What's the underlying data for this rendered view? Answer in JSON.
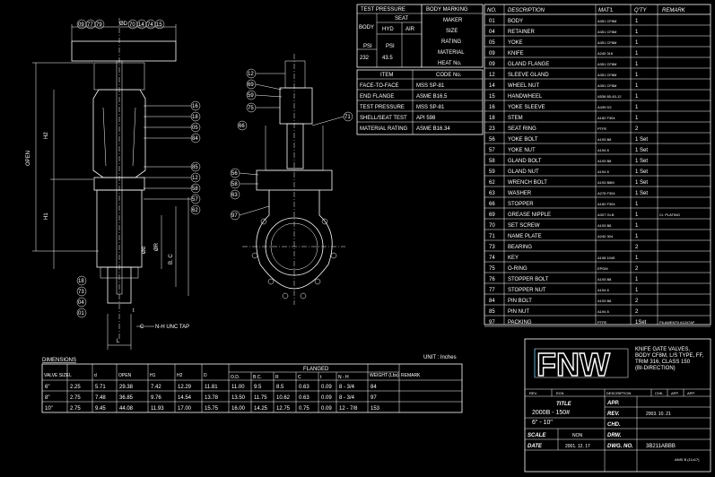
{
  "test_pressure": {
    "title": "TEST PRESSURE",
    "body": "BODY",
    "seat": "SEAT",
    "hyd": "HYD",
    "air": "AIR",
    "psi1": "PSI",
    "val1": "232",
    "psi2": "PSI",
    "val2": "43.5"
  },
  "body_marking": {
    "title": "BODY MARKING",
    "lines": [
      "MAKER",
      "SIZE",
      "RATING",
      "MATERIAL",
      "HEAT No."
    ]
  },
  "codes": {
    "header_item": "ITEM",
    "header_code": "CODE No.",
    "rows": [
      {
        "item": "FACE-TO-FACE",
        "code": "MSS SP-81"
      },
      {
        "item": "END FLANGE",
        "code": "ASME B16.5"
      },
      {
        "item": "TEST PRESSURE",
        "code": "MSS SP-81"
      },
      {
        "item": "SHELL/SEAT TEST",
        "code": "API 598"
      },
      {
        "item": "MATERIAL RATING",
        "code": "ASME B16.34"
      }
    ]
  },
  "parts": {
    "headers": {
      "no": "NO.",
      "desc": "DESCRIPTION",
      "mat": "MAT'L",
      "qty": "Q'TY",
      "remark": "REMARK"
    },
    "rows": [
      {
        "no": "01",
        "desc": "BODY",
        "mat": "A351 CF8M",
        "qty": "1",
        "remark": ""
      },
      {
        "no": "04",
        "desc": "RETAINER",
        "mat": "A351 CF8M",
        "qty": "1",
        "remark": ""
      },
      {
        "no": "05",
        "desc": "YOKE",
        "mat": "A351 CF8M",
        "qty": "1",
        "remark": ""
      },
      {
        "no": "09",
        "desc": "KNIFE",
        "mat": "A240 316",
        "qty": "1",
        "remark": ""
      },
      {
        "no": "09",
        "desc": "GLAND FLANGE",
        "mat": "A351 CF8M",
        "qty": "1",
        "remark": ""
      },
      {
        "no": "12",
        "desc": "SLEEVE GLAND",
        "mat": "A351 CF8M",
        "qty": "1",
        "remark": ""
      },
      {
        "no": "14",
        "desc": "WHEEL NUT",
        "mat": "A351 CF8M",
        "qty": "1",
        "remark": ""
      },
      {
        "no": "15",
        "desc": "HANDWHEEL",
        "mat": "A536 65-45-12",
        "qty": "1",
        "remark": ""
      },
      {
        "no": "16",
        "desc": "YOKE SLEEVE",
        "mat": "A439 D2",
        "qty": "1",
        "remark": ""
      },
      {
        "no": "18",
        "desc": "STEM",
        "mat": "A182 F304",
        "qty": "1",
        "remark": ""
      },
      {
        "no": "23",
        "desc": "SEAT RING",
        "mat": "PTFE",
        "qty": "2",
        "remark": ""
      },
      {
        "no": "56",
        "desc": "YOKE BOLT",
        "mat": "A193 B8",
        "qty": "1 Set",
        "remark": ""
      },
      {
        "no": "57",
        "desc": "YOKE NUT",
        "mat": "A194 8",
        "qty": "1 Set",
        "remark": ""
      },
      {
        "no": "58",
        "desc": "GLAND BOLT",
        "mat": "A193 B8",
        "qty": "1 Set",
        "remark": ""
      },
      {
        "no": "59",
        "desc": "GLAND NUT",
        "mat": "A194 8",
        "qty": "1 Set",
        "remark": ""
      },
      {
        "no": "62",
        "desc": "WRENCH BOLT",
        "mat": "A193 B8M",
        "qty": "1 Set",
        "remark": ""
      },
      {
        "no": "63",
        "desc": "WASHER",
        "mat": "A276 F304",
        "qty": "1 Set",
        "remark": ""
      },
      {
        "no": "66",
        "desc": "STOPPER",
        "mat": "A182 F304",
        "qty": "1",
        "remark": ""
      },
      {
        "no": "69",
        "desc": "GREASE NIPPLE",
        "mat": "A307 Gr.B",
        "qty": "1",
        "remark": "Cr. PLATING"
      },
      {
        "no": "70",
        "desc": "SET SCREW",
        "mat": "A193 B8",
        "qty": "1",
        "remark": ""
      },
      {
        "no": "71",
        "desc": "NAME PLATE",
        "mat": "A240 304",
        "qty": "1",
        "remark": ""
      },
      {
        "no": "73",
        "desc": "BEARING",
        "mat": "",
        "qty": "2",
        "remark": ""
      },
      {
        "no": "74",
        "desc": "KEY",
        "mat": "A108 1045",
        "qty": "1",
        "remark": ""
      },
      {
        "no": "75",
        "desc": "O-RING",
        "mat": "EPDM",
        "qty": "2",
        "remark": ""
      },
      {
        "no": "76",
        "desc": "STOPPER BOLT",
        "mat": "A193 B8",
        "qty": "1",
        "remark": ""
      },
      {
        "no": "77",
        "desc": "STOPPER NUT",
        "mat": "A194 8",
        "qty": "1",
        "remark": ""
      },
      {
        "no": "84",
        "desc": "PIN BOLT",
        "mat": "A193 B8",
        "qty": "2",
        "remark": ""
      },
      {
        "no": "85",
        "desc": "PIN NUT",
        "mat": "A194 8",
        "qty": "2",
        "remark": ""
      },
      {
        "no": "97",
        "desc": "PACKING",
        "mat": "PTFE",
        "qty": "1Set",
        "remark": "FILAMENT0 #1247AF"
      }
    ]
  },
  "dimensions": {
    "title": "DIMENSIONS",
    "unit": "UNIT : Inches",
    "flanged": "FLANGED",
    "headers": [
      "VALVE SIZE",
      "L",
      "d",
      "OPEN",
      "H1",
      "H2",
      "D",
      "O.D.",
      "B.C.",
      "R",
      "C",
      "t",
      "N - H",
      "WEIGHT (Lbs)",
      "REMARK"
    ],
    "rows": [
      [
        "6\"",
        "2.25",
        "5.71",
        "29.38",
        "7.42",
        "12.29",
        "11.81",
        "11.00",
        "9.5",
        "8.5",
        "0.63",
        "0.09",
        "8 - 3/4",
        "84",
        ""
      ],
      [
        "8\"",
        "2.75",
        "7.48",
        "36.85",
        "9.76",
        "14.54",
        "13.78",
        "13.50",
        "11.75",
        "10.62",
        "0.63",
        "0.09",
        "8 - 3/4",
        "97",
        ""
      ],
      [
        "10\"",
        "2.75",
        "9.45",
        "44.08",
        "11.93",
        "17.00",
        "15.75",
        "16.00",
        "14.25",
        "12.75",
        "0.75",
        "0.09",
        "12 - 7/8",
        "153",
        ""
      ]
    ]
  },
  "title_block": {
    "logo": "FNW",
    "description": [
      "KNIFE GATE VALVES,",
      "BODY CF8M, L/S TYPE, FF,",
      "TRIM 316, CLASS 150",
      "(BI-DIRECTION)"
    ],
    "rev_headers": [
      "REV.",
      "ECN",
      "DESCRIPTION",
      "CHK.",
      "APP.",
      "APP."
    ],
    "title_label": "TITLE",
    "title_line1": "2000B - 150#",
    "title_line2": "6\" - 10\"",
    "scale_label": "SCALE",
    "scale_value": "NON",
    "date_label": "DATE",
    "date_value": "2001. 12. 17",
    "app_label": "APP.",
    "rev_label": "REV.",
    "rev_value": "2003. 10. 21",
    "chd_label": "CHD.",
    "drw_label": "DRW.",
    "dwg_label": "DWG. NO.",
    "dwg_value": "3B211ABBB",
    "sheet": "ANSI B (11x17)"
  },
  "drawing_labels": {
    "od": "ØD",
    "h2": "H2",
    "h1": "H1",
    "open": "OPEN",
    "bc": "B. C",
    "or": "ØR",
    "od2": "Ød",
    "c": "C",
    "t": "t",
    "l": "L",
    "nh": "N-H UNC TAP",
    "balloons_top": [
      "09",
      "77",
      "79",
      "70",
      "14",
      "74",
      "15"
    ],
    "balloons_left": [
      "16",
      "18",
      "05",
      "84",
      "85",
      "12",
      "58",
      "57",
      "62"
    ],
    "balloons_left_bottom": [
      "18",
      "73",
      "04",
      "01"
    ],
    "balloons_right": [
      "12",
      "69",
      "59",
      "75",
      "66",
      "56",
      "58",
      "63",
      "97",
      "71"
    ]
  }
}
